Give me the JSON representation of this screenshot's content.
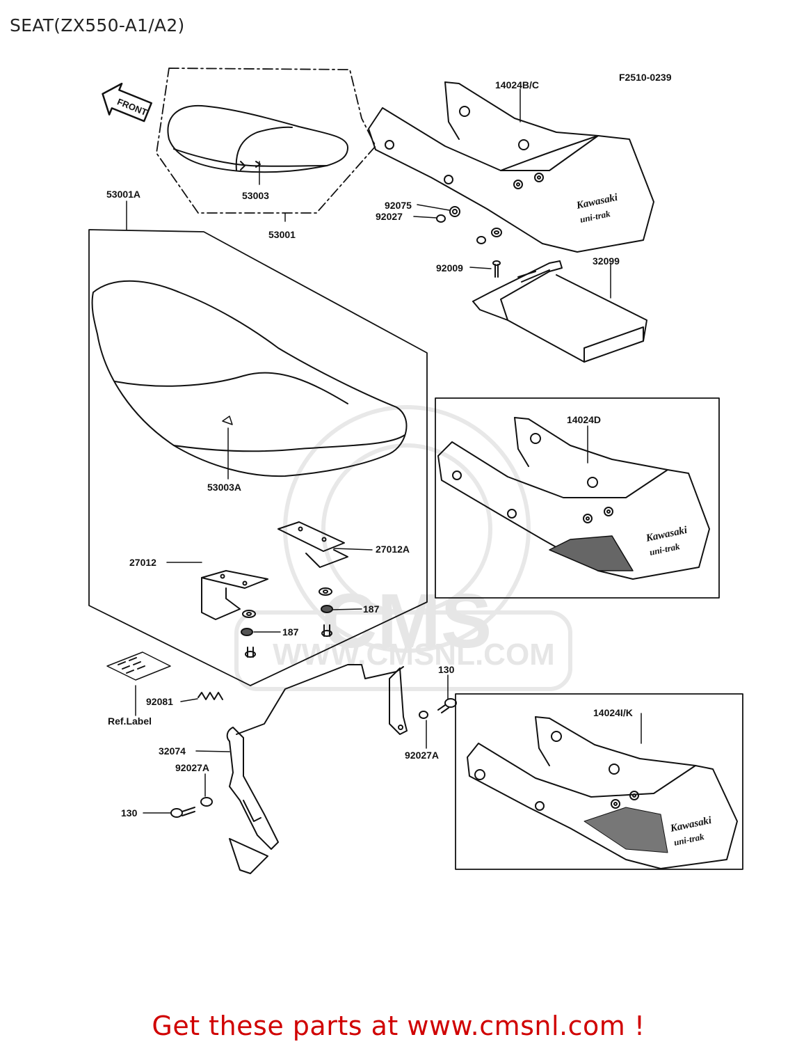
{
  "page": {
    "title": "SEAT(ZX550-A1/A2)",
    "footer_text": "Get these parts at www.cmsnl.com !",
    "footer_color": "#d00000"
  },
  "diagram": {
    "figure_code": "F2510-0239",
    "direction_tag": "FRONT",
    "watermark": {
      "logo_text": "CMS",
      "url_text": "WWW.CMSNL.COM"
    },
    "cowl_branding": {
      "brand": "Kawasaki",
      "model": "uni-trak"
    },
    "part_labels": {
      "p14024bc": "14024B/C",
      "p53003": "53003",
      "p53001": "53001",
      "p53001a": "53001A",
      "p92075": "92075",
      "p92027": "92027",
      "p92009": "92009",
      "p32099": "32099",
      "p53003a": "53003A",
      "p14024d": "14024D",
      "p27012": "27012",
      "p27012a": "27012A",
      "p187a": "187",
      "p187b": "187",
      "p130a": "130",
      "p92081": "92081",
      "p_ref_label": "Ref.Label",
      "p92027a_r": "92027A",
      "p14024ik": "14024I/K",
      "p32074": "32074",
      "p92027a_l": "92027A",
      "p130b": "130"
    }
  },
  "colors": {
    "line": "#111111",
    "watermark": "#e6e6e6",
    "shading": "#777777"
  }
}
